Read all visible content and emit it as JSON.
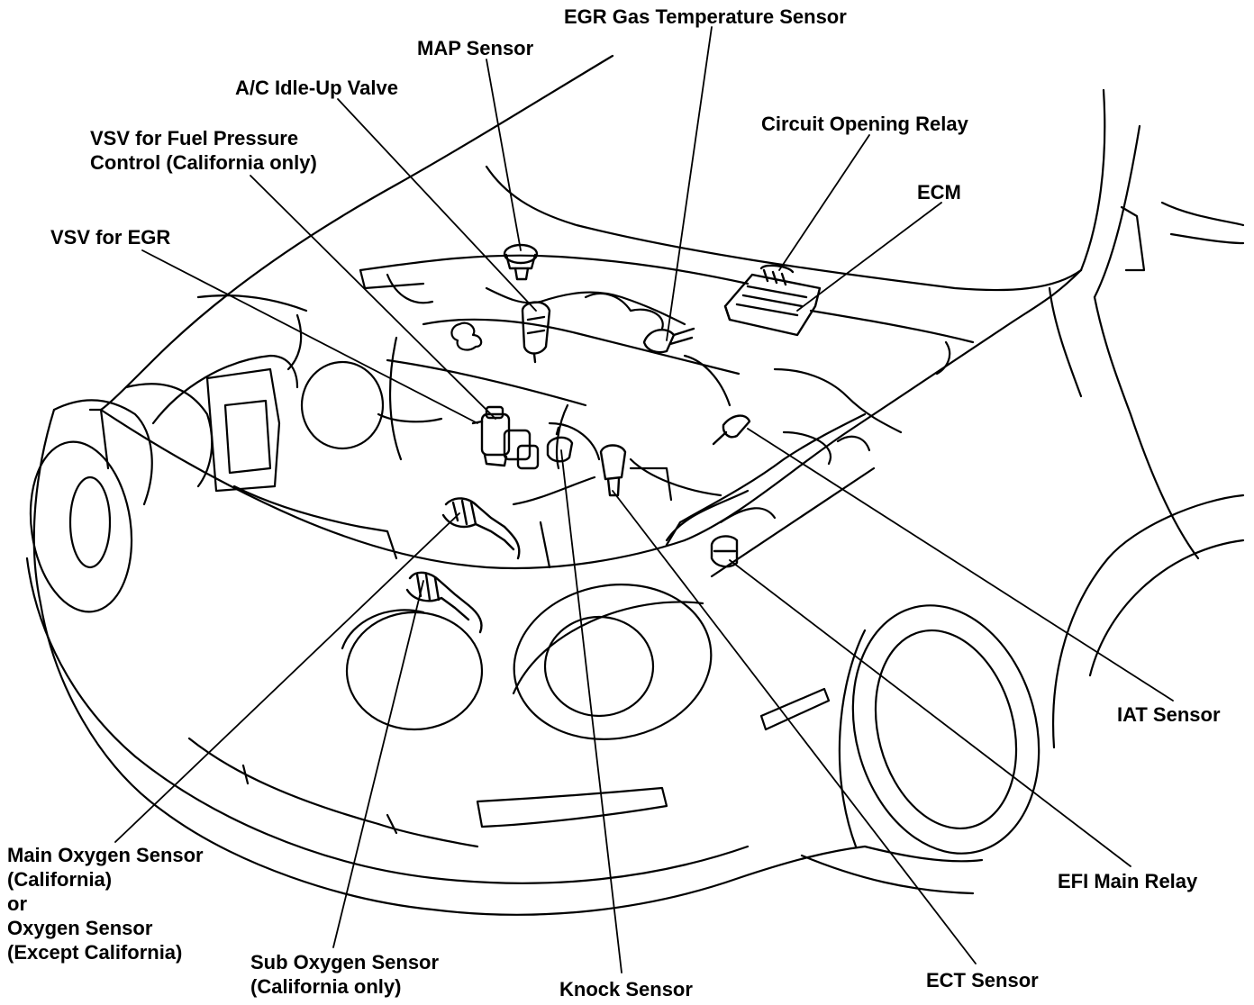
{
  "labels": {
    "egr_gas_temp": "EGR Gas Temperature Sensor",
    "map_sensor": "MAP Sensor",
    "ac_idle_up": "A/C Idle-Up Valve",
    "vsv_fuel_pressure": [
      "VSV for Fuel Pressure",
      "Control (California only)"
    ],
    "circuit_opening_relay": "Circuit Opening Relay",
    "ecm": "ECM",
    "vsv_egr": "VSV for EGR",
    "iat_sensor": "IAT Sensor",
    "main_oxygen": [
      "Main Oxygen Sensor",
      "(California)",
      "or",
      "Oxygen Sensor",
      "(Except California)"
    ],
    "sub_oxygen": [
      "Sub Oxygen Sensor",
      "(California only)"
    ],
    "knock_sensor": "Knock Sensor",
    "efi_main_relay": "EFI Main Relay",
    "ect_sensor": "ECT Sensor"
  },
  "colors": {
    "ink": "#000000",
    "paper": "#ffffff"
  }
}
